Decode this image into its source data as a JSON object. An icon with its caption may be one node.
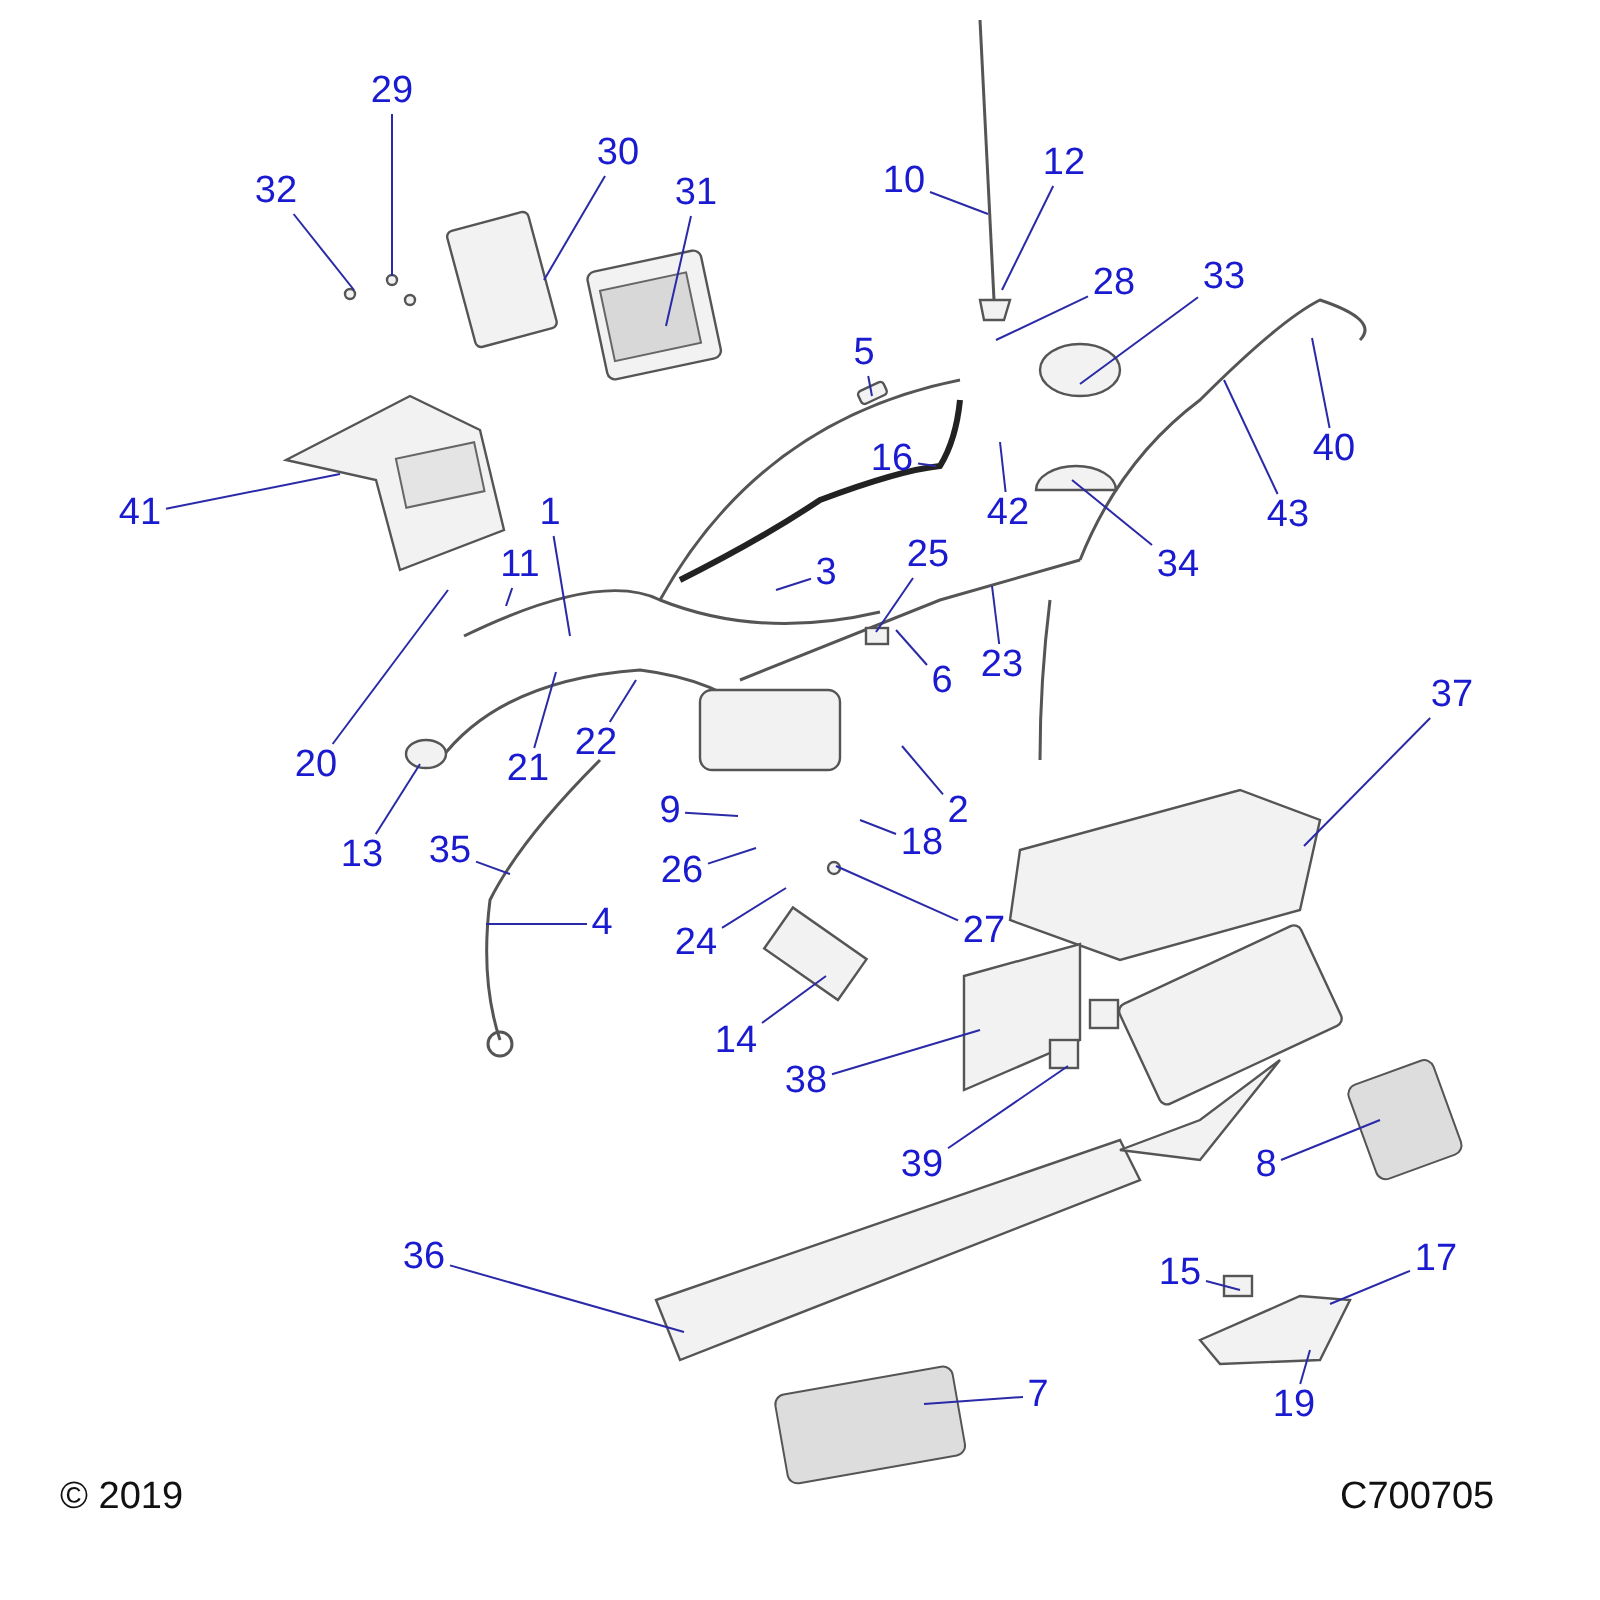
{
  "diagram": {
    "nodes": [
      {
        "text": [
          "29"
        ]
      },
      {
        "text": [
          "30"
        ]
      },
      {
        "text": [
          "12"
        ]
      },
      {
        "text": [
          "10"
        ]
      },
      {
        "text": [
          "32"
        ]
      },
      {
        "text": [
          "31"
        ]
      },
      {
        "text": [
          "33"
        ]
      },
      {
        "text": [
          "28"
        ]
      },
      {
        "text": [
          "5"
        ]
      },
      {
        "text": [
          "40"
        ]
      },
      {
        "text": [
          "16"
        ]
      },
      {
        "text": [
          "42"
        ]
      },
      {
        "text": [
          "41"
        ]
      },
      {
        "text": [
          "1"
        ]
      },
      {
        "text": [
          "43"
        ]
      },
      {
        "text": [
          "25"
        ]
      },
      {
        "text": [
          "34"
        ]
      },
      {
        "text": [
          "11"
        ]
      },
      {
        "text": [
          "3"
        ]
      },
      {
        "text": [
          "23"
        ]
      },
      {
        "text": [
          "6"
        ]
      },
      {
        "text": [
          "37"
        ]
      },
      {
        "text": [
          "22"
        ]
      },
      {
        "text": [
          "20"
        ]
      },
      {
        "text": [
          "21"
        ]
      },
      {
        "text": [
          "9"
        ]
      },
      {
        "text": [
          "2"
        ]
      },
      {
        "text": [
          "18"
        ]
      },
      {
        "text": [
          "35"
        ]
      },
      {
        "text": [
          "13"
        ]
      },
      {
        "text": [
          "26"
        ]
      },
      {
        "text": [
          "4"
        ]
      },
      {
        "text": [
          "27"
        ]
      },
      {
        "text": [
          "24"
        ]
      },
      {
        "text": [
          "14"
        ]
      },
      {
        "text": [
          "38"
        ]
      },
      {
        "text": [
          "8"
        ]
      },
      {
        "text": [
          "39"
        ]
      },
      {
        "text": [
          "17"
        ]
      },
      {
        "text": [
          "36"
        ]
      },
      {
        "text": [
          "15"
        ]
      },
      {
        "text": [
          "7"
        ]
      },
      {
        "text": [
          "19"
        ]
      }
    ],
    "edges": [
      {
        "from": 0,
        "to": null,
        "arrow": "none"
      },
      {
        "from": 1,
        "to": null,
        "arrow": "none"
      },
      {
        "from": 2,
        "to": null,
        "arrow": "none"
      },
      {
        "from": 3,
        "to": null,
        "arrow": "none"
      },
      {
        "from": 4,
        "to": null,
        "arrow": "none"
      },
      {
        "from": 5,
        "to": null,
        "arrow": "none"
      },
      {
        "from": 6,
        "to": null,
        "arrow": "none"
      },
      {
        "from": 7,
        "to": null,
        "arrow": "none"
      },
      {
        "from": 8,
        "to": null,
        "arrow": "none"
      },
      {
        "from": 9,
        "to": null,
        "arrow": "none"
      },
      {
        "from": 10,
        "to": null,
        "arrow": "none"
      },
      {
        "from": 11,
        "to": null,
        "arrow": "none"
      },
      {
        "from": 12,
        "to": null,
        "arrow": "none"
      },
      {
        "from": 13,
        "to": null,
        "arrow": "none"
      },
      {
        "from": 14,
        "to": null,
        "arrow": "none"
      },
      {
        "from": 15,
        "to": null,
        "arrow": "none"
      },
      {
        "from": 16,
        "to": null,
        "arrow": "none"
      },
      {
        "from": 17,
        "to": null,
        "arrow": "none"
      },
      {
        "from": 18,
        "to": null,
        "arrow": "none"
      },
      {
        "from": 19,
        "to": null,
        "arrow": "none"
      },
      {
        "from": 20,
        "to": null,
        "arrow": "none"
      },
      {
        "from": 21,
        "to": null,
        "arrow": "none"
      },
      {
        "from": 22,
        "to": null,
        "arrow": "none"
      },
      {
        "from": 23,
        "to": null,
        "arrow": "none"
      },
      {
        "from": 24,
        "to": null,
        "arrow": "none"
      },
      {
        "from": 25,
        "to": null,
        "arrow": "none"
      },
      {
        "from": 26,
        "to": null,
        "arrow": "none"
      },
      {
        "from": 27,
        "to": null,
        "arrow": "none"
      },
      {
        "from": 28,
        "to": null,
        "arrow": "none"
      },
      {
        "from": 29,
        "to": null,
        "arrow": "none"
      },
      {
        "from": 30,
        "to": null,
        "arrow": "none"
      },
      {
        "from": 31,
        "to": null,
        "arrow": "none"
      },
      {
        "from": 32,
        "to": null,
        "arrow": "none"
      },
      {
        "from": 33,
        "to": null,
        "arrow": "none"
      },
      {
        "from": 34,
        "to": null,
        "arrow": "none"
      },
      {
        "from": 35,
        "to": null,
        "arrow": "none"
      },
      {
        "from": 36,
        "to": null,
        "arrow": "none"
      },
      {
        "from": 37,
        "to": null,
        "arrow": "none"
      },
      {
        "from": 38,
        "to": null,
        "arrow": "none"
      },
      {
        "from": 39,
        "to": null,
        "arrow": "none"
      },
      {
        "from": 40,
        "to": null,
        "arrow": "none"
      },
      {
        "from": 41,
        "to": null,
        "arrow": "none"
      },
      {
        "from": 42,
        "to": null,
        "arrow": "none"
      }
    ],
    "labels": [
      "© 2019",
      "C700705"
    ]
  }
}
